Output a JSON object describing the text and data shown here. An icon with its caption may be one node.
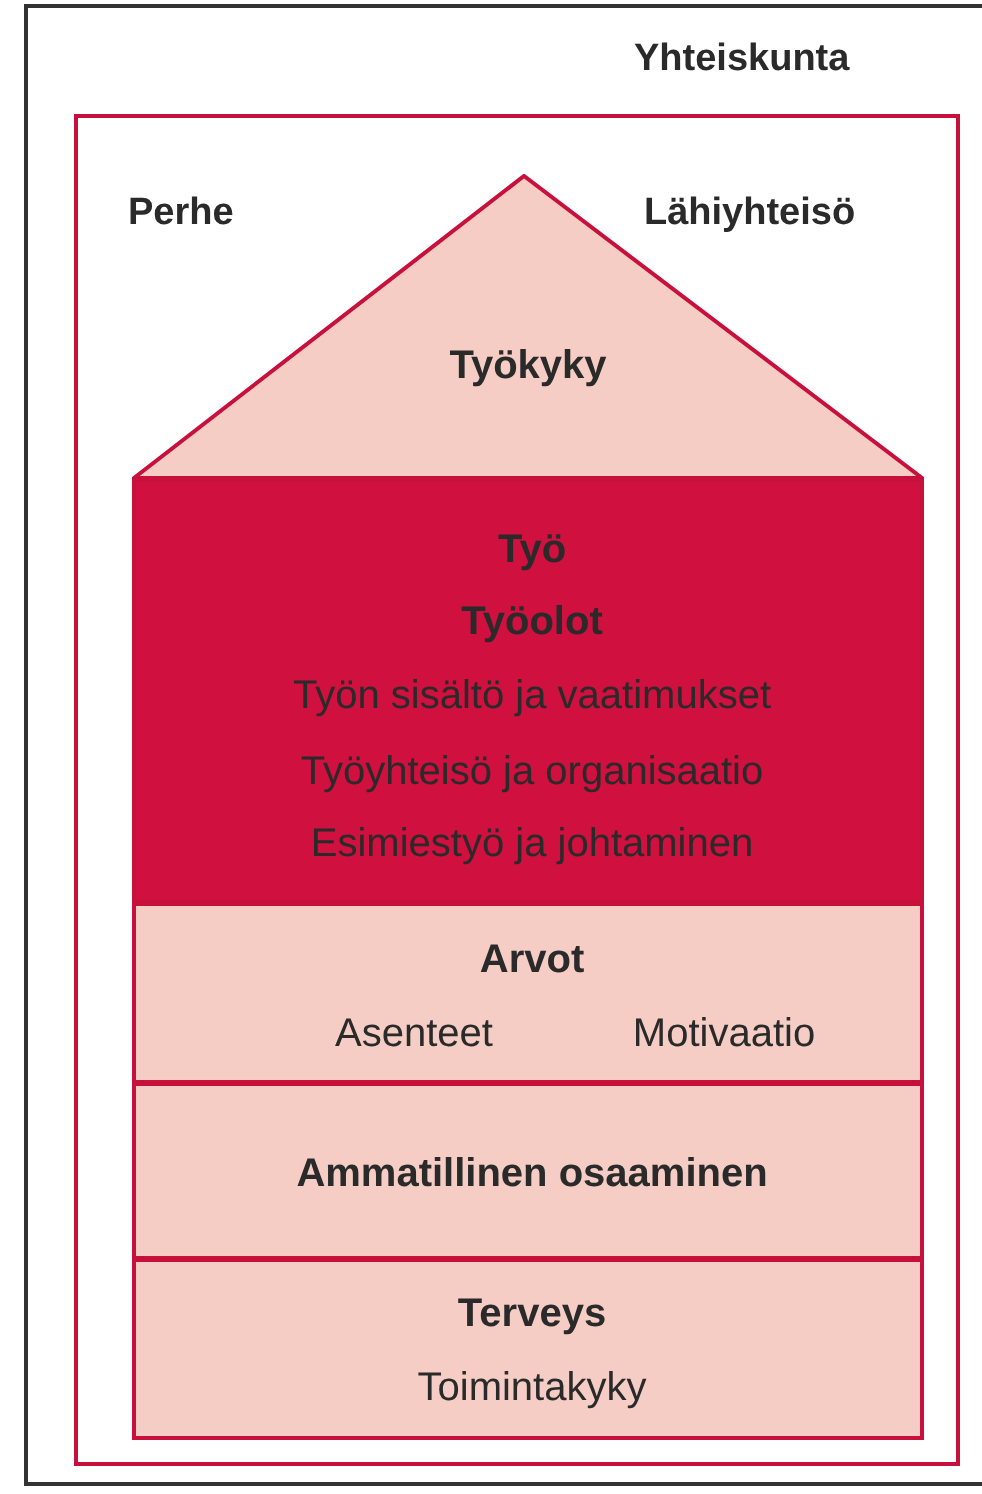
{
  "diagram": {
    "nodes": [
      {
        "text": [
          "Yhteiskunta"
        ]
      },
      {
        "text": [
          "Perhe",
          "Lähiyhteisö"
        ],
        "in": 0
      },
      {
        "text": [
          "Työkyky"
        ],
        "in": 1
      },
      {
        "text": [
          "Työ",
          "Työolot",
          "Työn sisältö ja vaatimukset",
          "Työyhteisö ja organisaatio",
          "Esimiestyö ja johtaminen"
        ],
        "in": 1
      },
      {
        "text": [
          "Arvot",
          "Asenteet",
          "Motivaatio"
        ],
        "in": 1
      },
      {
        "text": [
          "Ammatillinen osaaminen"
        ],
        "in": 1
      },
      {
        "text": [
          "Terveys",
          "Toimintakyky"
        ],
        "in": 1
      }
    ]
  }
}
